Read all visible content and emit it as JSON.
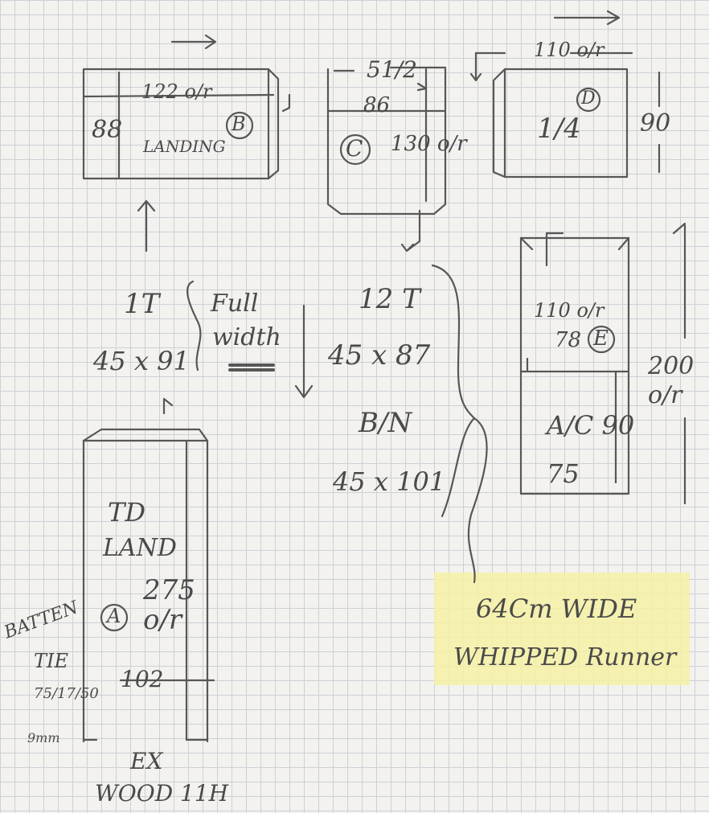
{
  "sketch": {
    "piece_b": {
      "width": "122 o/r",
      "height": "88",
      "name": "LANDING",
      "label": "B"
    },
    "piece_c": {
      "width": "51/2",
      "inner": "86",
      "height": "130 o/r",
      "label": "C"
    },
    "piece_d": {
      "width": "110 o/r",
      "height": "90",
      "fraction": "1/4",
      "label": "D"
    },
    "piece_e": {
      "inner": "110 o/r",
      "width": "78",
      "height": "200 o/r",
      "note": "A/C 90",
      "note2": "75",
      "label": "E"
    },
    "piece_a": {
      "line1": "TD",
      "line2": "LAND",
      "height": "275 o/r",
      "width": "102",
      "label": "A",
      "left_note": "BATTEN",
      "left_note2": "TIE",
      "left_note3": "75/17/50",
      "left_note4": "9mm",
      "bottom1": "EX",
      "bottom2": "WOOD 11H"
    },
    "stairs_left": {
      "count": "1T",
      "timber": "45 x 91",
      "note_line1": "Full",
      "note_line2": "width"
    },
    "stairs_middle": {
      "count": "12 T",
      "timber": "45 x 87",
      "b_n": "B/N",
      "timber2": "45 x 101"
    },
    "runner_note": {
      "line1": "64Cm WIDE",
      "line2": "WHIPPED Runner"
    }
  }
}
